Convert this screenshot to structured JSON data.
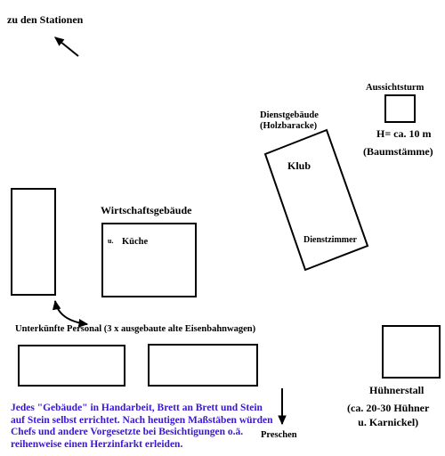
{
  "labels": {
    "stations": "zu den Stationen",
    "watchtower": "Aussichtsturm",
    "watchtower_height": "H= ca. 10 m",
    "watchtower_material": "(Baumstämme)",
    "service_building": "Dienstgebäude\n(Holzbaracke)",
    "club": "Klub",
    "duty_room": "Dienstzimmer",
    "farm_building": "Wirtschaftsgebäude",
    "kitchen_prefix": "u.",
    "kitchen": "Küche",
    "staff_quarters": "Unterkünfte Personal (3 x ausgebaute alte Eisenbahnwagen)",
    "chicken_coop": "Hühnerstall",
    "chicken_count": "(ca. 20-30 Hühner\nu. Karnickel)",
    "preschen": "Preschen",
    "note": "Jedes \"Gebäude\" in Handarbeit, Brett an Brett und Stein\nauf Stein selbst errichtet. Nach heutigen Maßstäben würden\nChefs und andere Vorgesetzte bei Besichtigungen o.ä.\nreihenweise einen Herzinfarkt erleiden."
  },
  "colors": {
    "outline": "#000000",
    "note_text": "#3b16d6",
    "background": "#ffffff"
  }
}
